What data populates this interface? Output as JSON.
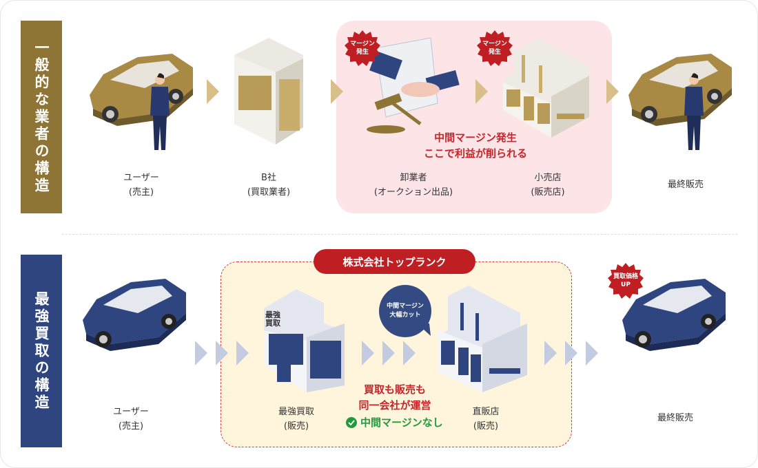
{
  "general": {
    "title": "一般的な業者の構造",
    "steps": [
      {
        "name": "ユーザー",
        "sub": "(売主)"
      },
      {
        "name": "B社",
        "sub": "(買取業者)"
      },
      {
        "name": "卸業者",
        "sub": "(オークション出品)"
      },
      {
        "name": "小売店",
        "sub": "(販売店)"
      },
      {
        "name": "最終販売",
        "sub": ""
      }
    ],
    "margin_badge": "マージン発生",
    "margin_badge_l1": "マージン",
    "margin_badge_l2": "発生",
    "note_l1": "中間マージン発生",
    "note_l2": "ここで利益が削られる"
  },
  "strongest": {
    "title": "最強買取の構造",
    "company_badge": "株式会社トップランク",
    "steps": [
      {
        "name": "ユーザー",
        "sub": "(売主)"
      },
      {
        "name": "最強買取",
        "sub": "(販売)"
      },
      {
        "name": "直販店",
        "sub": "(販売)"
      },
      {
        "name": "最終販売",
        "sub": ""
      }
    ],
    "building_sign": "最強買取",
    "bubble_l1": "中間マージン",
    "bubble_l2": "大幅カット",
    "note_l1": "買取も販売も",
    "note_l2": "同一会社が運営",
    "check_note": "中間マージンなし",
    "price_badge_l1": "買取価格",
    "price_badge_l2": "UP"
  },
  "colors": {
    "gold": "#8f7535",
    "navy": "#2f4580",
    "red": "#bf1f22",
    "green": "#1f9a3c",
    "pink": "#fde4e6",
    "cream": "#fff4dc"
  }
}
